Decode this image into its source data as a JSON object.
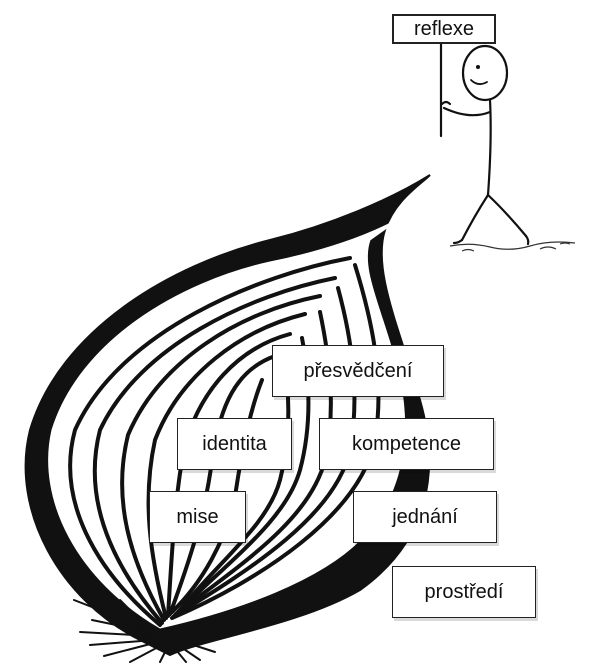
{
  "sign": {
    "text": "reflexe"
  },
  "layers": [
    {
      "key": "presvedceni",
      "label": "přesvědčení"
    },
    {
      "key": "identita",
      "label": "identita"
    },
    {
      "key": "kompetence",
      "label": "kompetence"
    },
    {
      "key": "mise",
      "label": "mise"
    },
    {
      "key": "jednani",
      "label": "jednání"
    },
    {
      "key": "prostredi",
      "label": "prostředí"
    }
  ],
  "colors": {
    "ink": "#111111",
    "background": "#ffffff"
  }
}
